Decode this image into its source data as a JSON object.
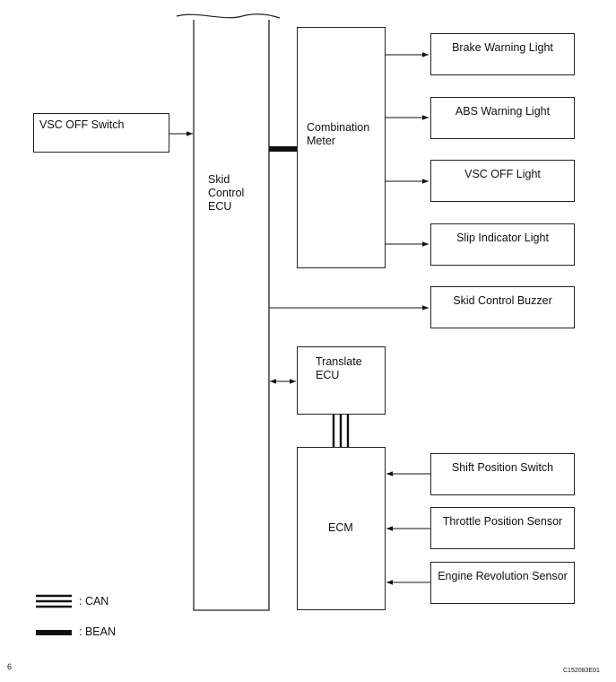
{
  "blocks": {
    "vsc_off_switch": "VSC OFF Switch",
    "skid_control_ecu": "Skid\nControl\nECU",
    "combination_meter": "Combination\nMeter",
    "brake_warning_light": "Brake Warning Light",
    "abs_warning_light": "ABS Warning Light",
    "vsc_off_light": "VSC OFF Light",
    "slip_indicator_light": "Slip Indicator Light",
    "skid_control_buzzer": "Skid Control Buzzer",
    "translate_ecu": "Translate\nECU",
    "ecm": "ECM",
    "shift_position_switch": "Shift Position Switch",
    "throttle_position_sensor": "Throttle Position Sensor",
    "engine_revolution_sensor": "Engine Revolution Sensor"
  },
  "legend": {
    "can": ": CAN",
    "bean": ": BEAN"
  },
  "footer": {
    "page_number": "6",
    "figure_code": "C152083E01"
  }
}
